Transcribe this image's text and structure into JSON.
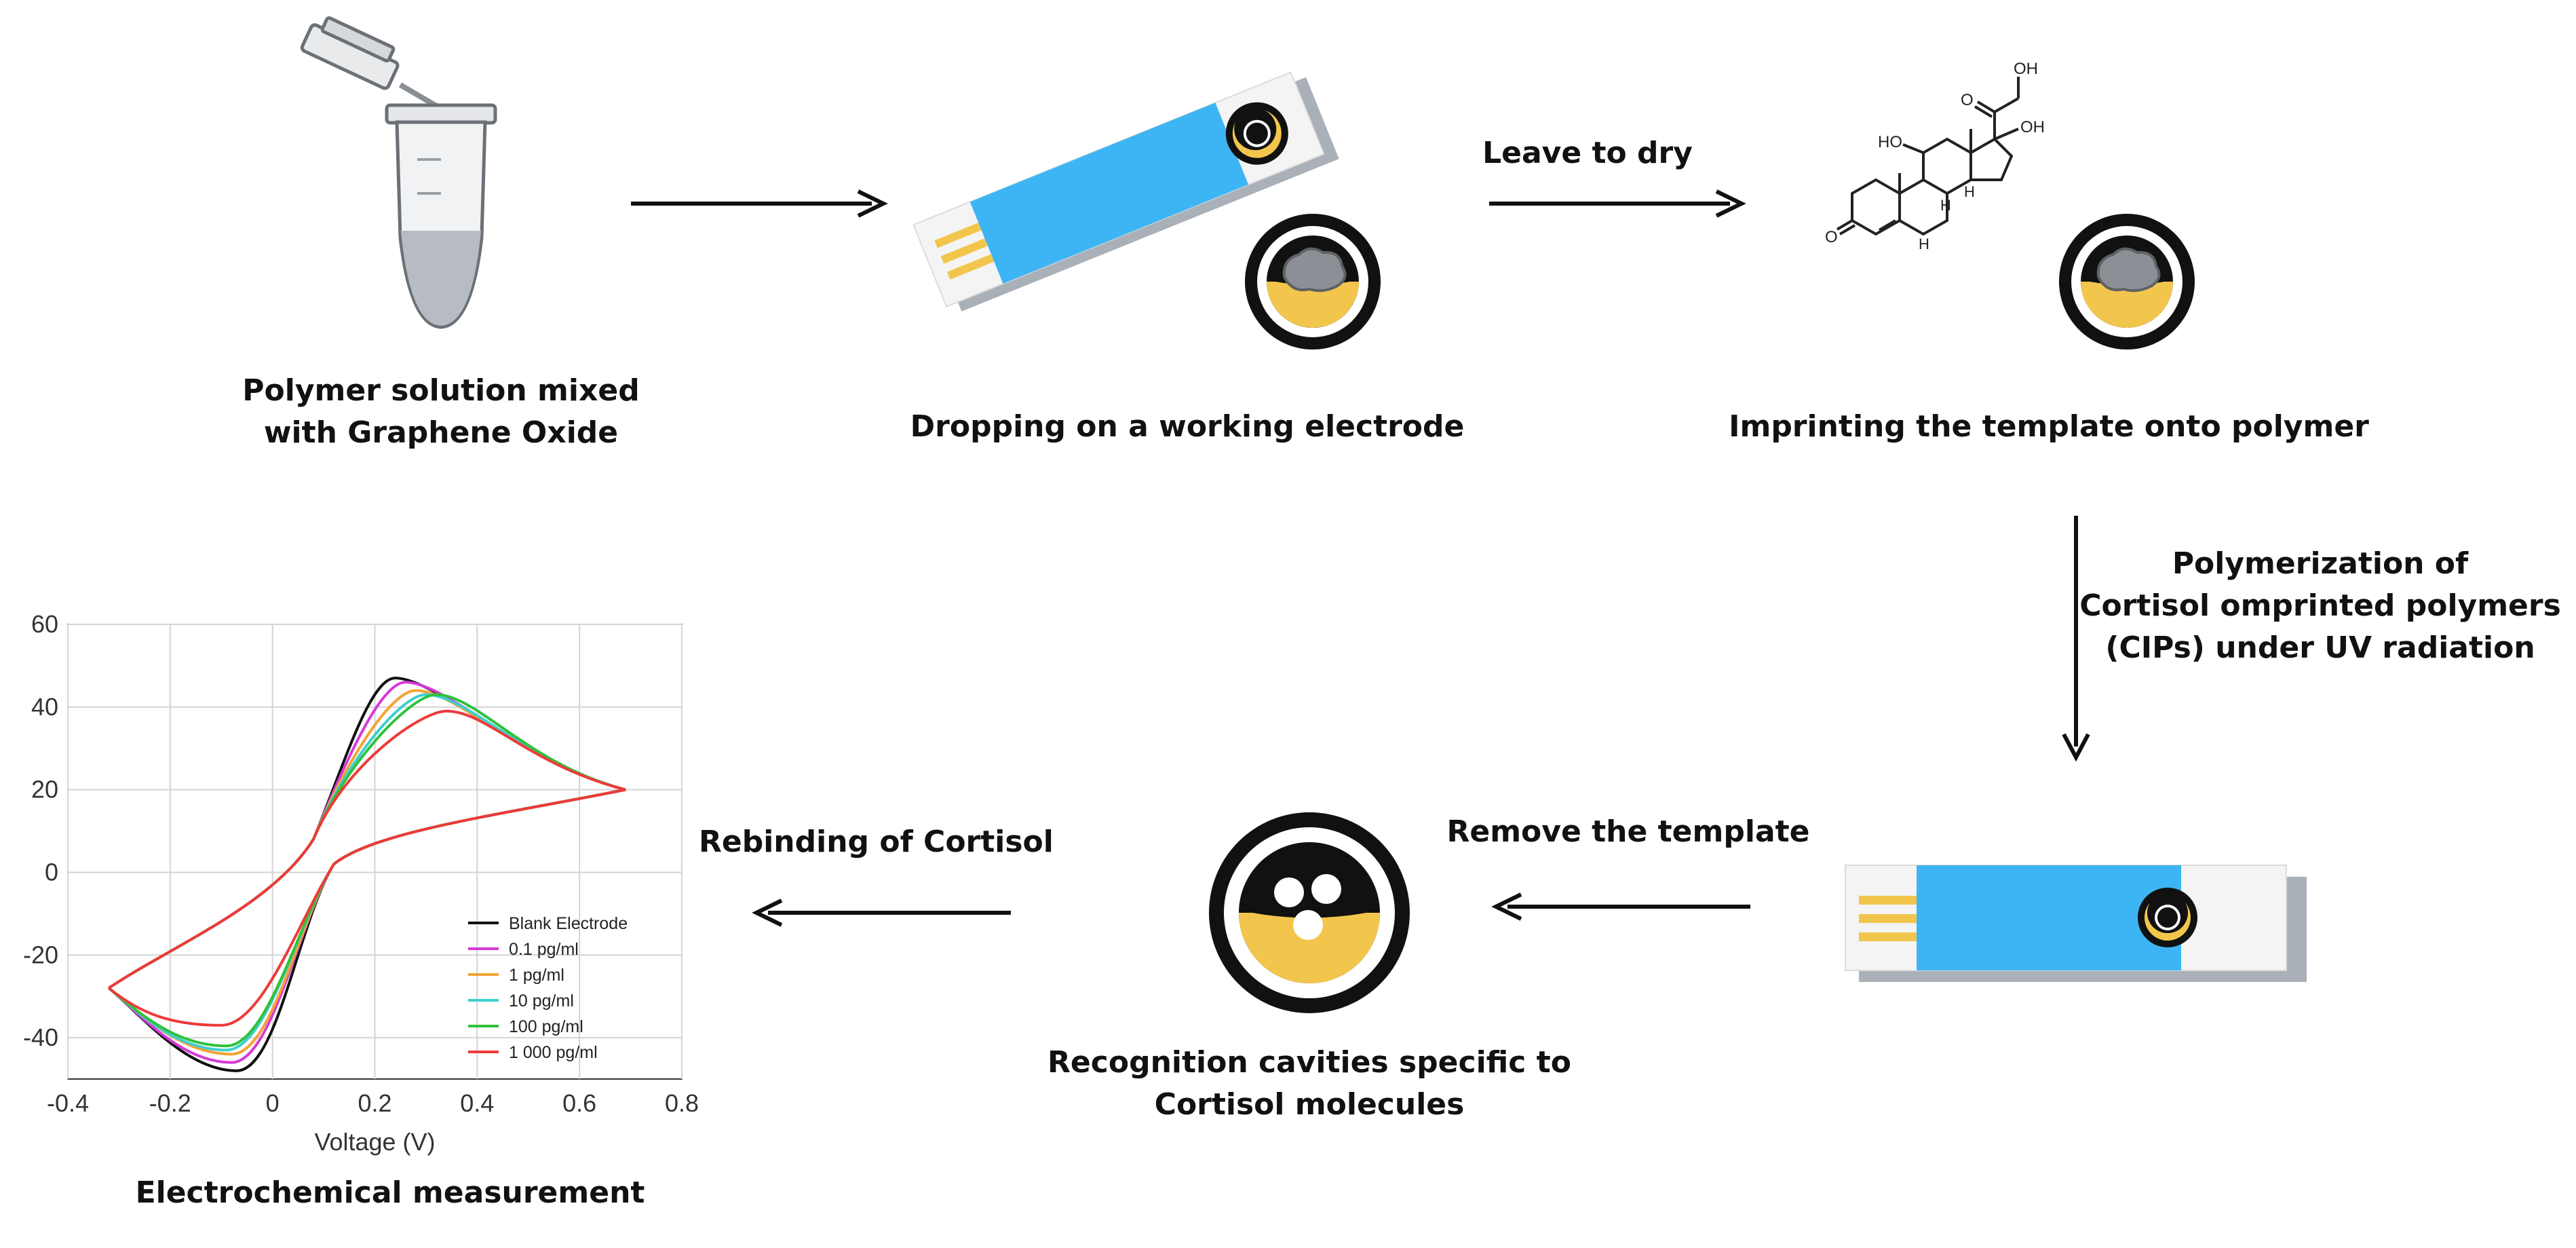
{
  "steps": {
    "step1_label": [
      "Polymer solution mixed",
      "with Graphene Oxide"
    ],
    "step2_label": "Dropping on a working electrode",
    "step3_label": "Imprinting the template onto polymer",
    "arrow2_label": "Leave to dry",
    "arrow3_label": [
      "Polymerization of",
      "Cortisol omprinted polymers",
      "(CIPs) under UV radiation"
    ],
    "arrow4_label": "Remove the template",
    "step5_label": [
      "Recognition cavities specific to",
      "Cortisol molecules"
    ],
    "arrow5_label": "Rebinding of Cortisol",
    "step6_label": "Electrochemical measurement"
  },
  "molecule": {
    "labels": [
      "OH",
      "O",
      "OH",
      "HO",
      "H",
      "H",
      "H",
      "O"
    ]
  },
  "colors": {
    "electrode_blue": "#3db5f4",
    "gold": "#f2c64c",
    "dark": "#111111",
    "strip_gray": "#a9b0b8",
    "strip_white": "#f4f4f4",
    "polymer_gray": "#8c9096"
  },
  "chart_data": {
    "type": "line",
    "xlabel": "Voltage (V)",
    "ylabel": "",
    "xlim": [
      -0.4,
      0.8
    ],
    "ylim": [
      -50,
      60
    ],
    "xticks": [
      -0.4,
      -0.2,
      0,
      0.2,
      0.4,
      0.6,
      0.8
    ],
    "yticks": [
      -40,
      -20,
      0,
      20,
      40,
      60
    ],
    "xtick_labels": [
      "-0.4",
      "-0.2",
      "0",
      "0.2",
      "0.4",
      "0.6",
      "0.8"
    ],
    "ytick_labels": [
      "-40",
      "-20",
      "0",
      "20",
      "40",
      "60"
    ],
    "grid": true,
    "legend_position": "bottom-right",
    "series": [
      {
        "name": "Blank Electrode",
        "color": "#111111",
        "peak_x": 0.24,
        "peak_y": 47,
        "trough_x": -0.07,
        "trough_y": -48
      },
      {
        "name": "0.1 pg/ml",
        "color": "#d63ad8",
        "peak_x": 0.26,
        "peak_y": 46,
        "trough_x": -0.08,
        "trough_y": -46
      },
      {
        "name": "1 pg/ml",
        "color": "#f3a335",
        "peak_x": 0.28,
        "peak_y": 44,
        "trough_x": -0.08,
        "trough_y": -44
      },
      {
        "name": "10 pg/ml",
        "color": "#3fcfcf",
        "peak_x": 0.3,
        "peak_y": 43,
        "trough_x": -0.09,
        "trough_y": -43
      },
      {
        "name": "100 pg/ml",
        "color": "#2fc23c",
        "peak_x": 0.32,
        "peak_y": 43,
        "trough_x": -0.09,
        "trough_y": -42
      },
      {
        "name": "1 000 pg/ml",
        "color": "#ee3a3a",
        "peak_x": 0.34,
        "peak_y": 39,
        "trough_x": -0.1,
        "trough_y": -37
      }
    ],
    "vertex_low": {
      "x": -0.32,
      "y": -28
    },
    "vertex_high": {
      "x": 0.69,
      "y": 20
    }
  }
}
